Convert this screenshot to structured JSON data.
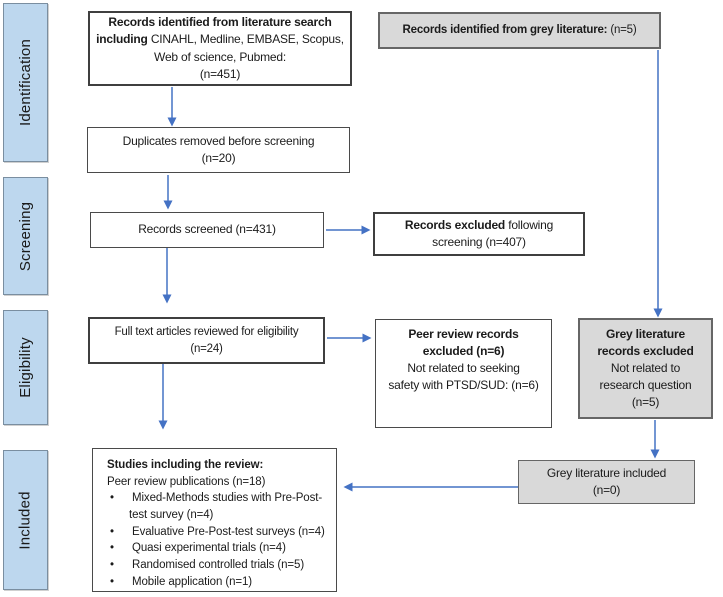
{
  "glyphs": {
    "bullet": "•"
  },
  "palette": {
    "arrow_blue": "#4472C4",
    "stage_fill": "#BDD7EE",
    "stage_border": "#7A8EA0",
    "grey_box_fill": "#D9D9D9",
    "grey_box_border": "#666666",
    "white_box_border": "#404040"
  },
  "stages": [
    {
      "label": "Identification"
    },
    {
      "label": "Screening"
    },
    {
      "label": "Eligibility"
    },
    {
      "label": "Included"
    }
  ],
  "boxes": {
    "lit_search": {
      "lines": [
        {
          "runs": [
            {
              "t": "Records identified from literature search",
              "b": 1
            }
          ]
        },
        {
          "runs": [
            {
              "t": "including ",
              "b": 1
            },
            {
              "t": "CINAHL, Medline, EMBASE, Scopus,"
            }
          ]
        },
        {
          "runs": [
            {
              "t": "Web of science, Pubmed:"
            }
          ]
        },
        {
          "runs": [
            {
              "t": "(n=451)"
            }
          ]
        }
      ]
    },
    "grey_lit": {
      "lines": [
        {
          "runs": [
            {
              "t": "Records identified from grey literature: ",
              "b": 1
            },
            {
              "t": "(n=5)"
            }
          ]
        }
      ]
    },
    "duplicates": {
      "lines": [
        {
          "runs": [
            {
              "t": "Duplicates removed before screening"
            }
          ]
        },
        {
          "runs": [
            {
              "t": "(n=20)"
            }
          ]
        }
      ]
    },
    "screened": {
      "lines": [
        {
          "runs": [
            {
              "t": "Records screened (n=431)"
            }
          ]
        }
      ]
    },
    "rec_excluded": {
      "lines": [
        {
          "runs": [
            {
              "t": "Records excluded",
              "b": 1
            },
            {
              "t": " following"
            }
          ]
        },
        {
          "runs": [
            {
              "t": "screening (n=407)"
            }
          ]
        }
      ]
    },
    "fulltext": {
      "lines": [
        {
          "runs": [
            {
              "t": "Full text articles reviewed for eligibility"
            }
          ]
        },
        {
          "runs": [
            {
              "t": "(n=24)"
            }
          ]
        }
      ]
    },
    "peer_excluded": {
      "lines": [
        {
          "runs": [
            {
              "t": "Peer review records",
              "b": 1
            }
          ]
        },
        {
          "runs": [
            {
              "t": "excluded (n=6)",
              "b": 1
            }
          ]
        },
        {
          "runs": [
            {
              "t": "Not related to seeking"
            }
          ]
        },
        {
          "runs": [
            {
              "t": "safety with PTSD/SUD: (n=6)"
            }
          ]
        }
      ]
    },
    "greylit_excluded": {
      "lines": [
        {
          "runs": [
            {
              "t": "Grey literature",
              "b": 1
            }
          ]
        },
        {
          "runs": [
            {
              "t": "records excluded",
              "b": 1
            }
          ]
        },
        {
          "runs": [
            {
              "t": "Not related to"
            }
          ]
        },
        {
          "runs": [
            {
              "t": "research question"
            }
          ]
        },
        {
          "runs": [
            {
              "t": "(n=5)"
            }
          ]
        }
      ]
    },
    "greylit_included": {
      "lines": [
        {
          "runs": [
            {
              "t": "Grey literature included"
            }
          ]
        },
        {
          "runs": [
            {
              "t": "(n=0)"
            }
          ]
        }
      ]
    },
    "studies": {
      "lines": [
        {
          "runs": [
            {
              "t": "Studies including the review:",
              "b": 1
            }
          ]
        },
        {
          "runs": [
            {
              "t": "Peer review publications (n=18)"
            }
          ]
        },
        {
          "bullet": 1,
          "runs": [
            {
              "t": "Mixed-Methods studies with Pre-Post-"
            }
          ]
        },
        {
          "cont": 1,
          "runs": [
            {
              "t": "test survey (n=4)"
            }
          ]
        },
        {
          "bullet": 1,
          "runs": [
            {
              "t": "Evaluative Pre-Post-test surveys (n=4)"
            }
          ]
        },
        {
          "bullet": 1,
          "runs": [
            {
              "t": "Quasi experimental trials (n=4)"
            }
          ]
        },
        {
          "bullet": 1,
          "runs": [
            {
              "t": "Randomised controlled trials (n=5)"
            }
          ]
        },
        {
          "bullet": 1,
          "runs": [
            {
              "t": "Mobile application (n=1)"
            }
          ]
        }
      ]
    }
  }
}
